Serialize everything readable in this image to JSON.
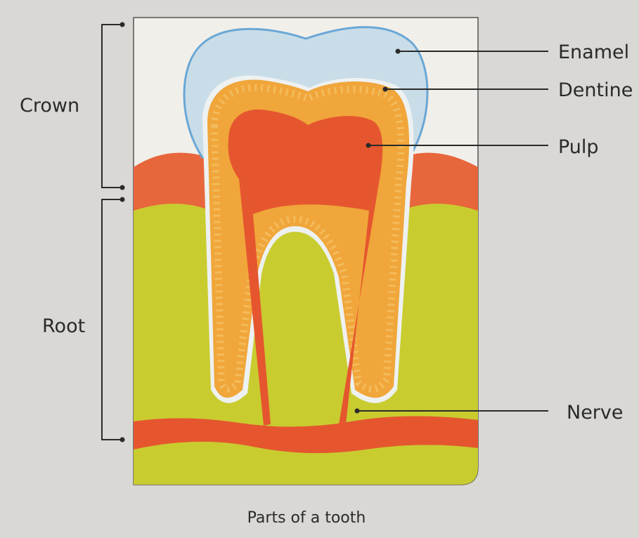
{
  "diagram": {
    "caption": "Parts of a tooth",
    "labels": {
      "enamel": "Enamel",
      "dentine": "Dentine",
      "pulp": "Pulp",
      "nerve": "Nerve",
      "crown": "Crown",
      "root": "Root"
    },
    "colors": {
      "page": "#d9d8d5",
      "panel": "#f1efe9",
      "enamel": "#c9dde8",
      "enamel_outline": "#6aa7d6",
      "dentine": "#f0a63a",
      "dentine_stripes": "#f5c064",
      "pulp": "#e5562f",
      "gum": "#e8663c",
      "bone": "#c9cc2f",
      "root_gap": "#eef1f1",
      "line": "#2a2a2a"
    }
  }
}
